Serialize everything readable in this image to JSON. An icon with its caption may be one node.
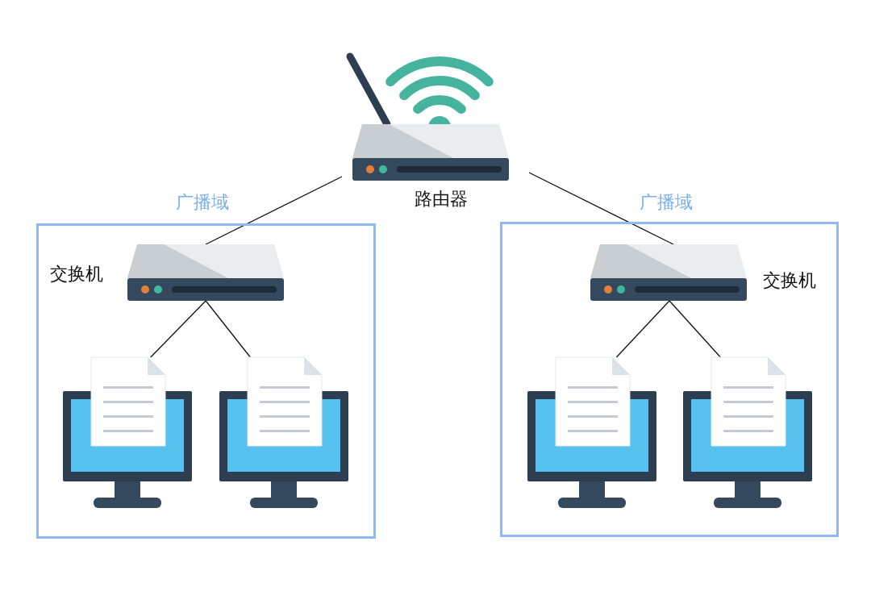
{
  "diagram": {
    "nodes": [
      {
        "text": [
          "路由器"
        ]
      },
      {
        "text": [
          "广播域"
        ]
      },
      {
        "text": [
          "交换机"
        ],
        "in": 1
      },
      {
        "text": [],
        "shape": "computer",
        "in": 1
      },
      {
        "text": [],
        "shape": "computer",
        "in": 1
      },
      {
        "text": [
          "广播域"
        ]
      },
      {
        "text": [
          "交换机"
        ],
        "in": 5
      },
      {
        "text": [],
        "shape": "computer",
        "in": 5
      },
      {
        "text": [],
        "shape": "computer",
        "in": 5
      }
    ],
    "edges": [
      {
        "from": 0,
        "to": 2,
        "arrow": "none"
      },
      {
        "from": 0,
        "to": 6,
        "arrow": "none"
      },
      {
        "from": 2,
        "to": 3,
        "arrow": "none"
      },
      {
        "from": 2,
        "to": 4,
        "arrow": "none"
      },
      {
        "from": 6,
        "to": 7,
        "arrow": "none"
      },
      {
        "from": 6,
        "to": 8,
        "arrow": "none"
      }
    ]
  }
}
